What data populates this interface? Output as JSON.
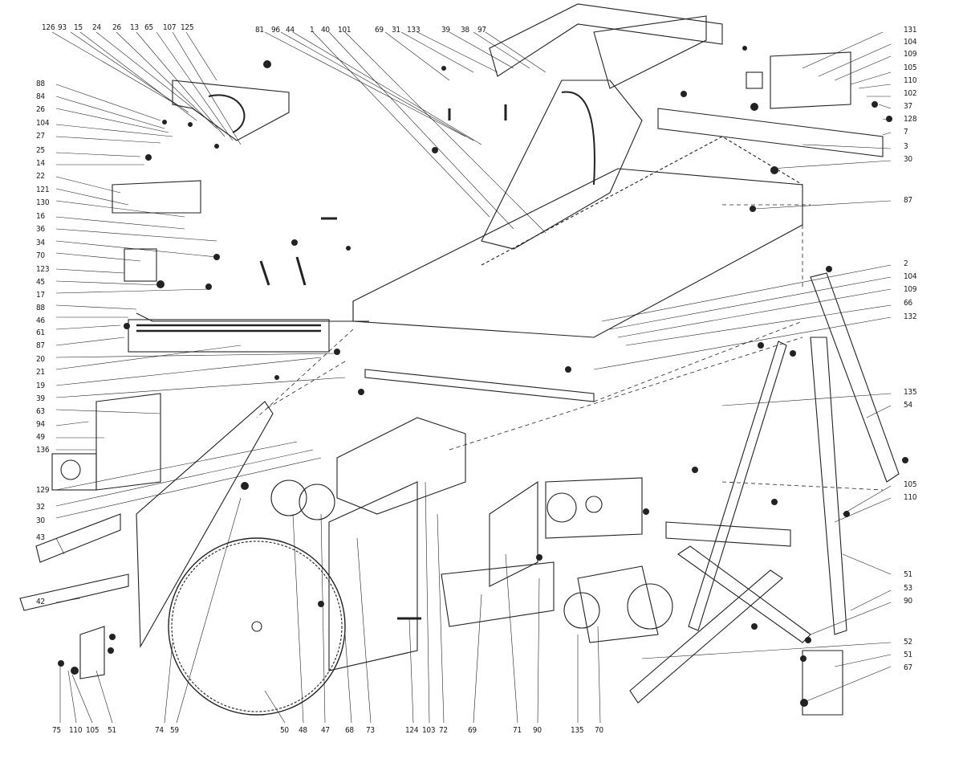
{
  "diagram": {
    "top_labels": [
      "126",
      "93",
      "15",
      "24",
      "26",
      "13",
      "65",
      "107",
      "125",
      "81",
      "96",
      "44",
      "1",
      "40",
      "101",
      "69",
      "31",
      "133",
      "39",
      "38",
      "97"
    ],
    "right_labels": [
      "131",
      "104",
      "109",
      "105",
      "110",
      "102",
      "37",
      "128",
      "7",
      "3",
      "30",
      "87",
      "2",
      "104",
      "109",
      "66",
      "132",
      "135",
      "54",
      "105",
      "110",
      "51",
      "53",
      "90",
      "52",
      "51",
      "67"
    ],
    "left_labels": [
      "88",
      "84",
      "26",
      "104",
      "27",
      "25",
      "14",
      "22",
      "121",
      "130",
      "16",
      "36",
      "34",
      "70",
      "123",
      "45",
      "17",
      "88",
      "46",
      "61",
      "87",
      "20",
      "21",
      "19",
      "39",
      "63",
      "94",
      "49",
      "136",
      "129",
      "32",
      "30",
      "43",
      "42"
    ],
    "bottom_labels": [
      "75",
      "110",
      "105",
      "51",
      "74",
      "59",
      "50",
      "48",
      "47",
      "68",
      "73",
      "124",
      "103",
      "72",
      "69",
      "71",
      "90",
      "135",
      "70"
    ]
  }
}
